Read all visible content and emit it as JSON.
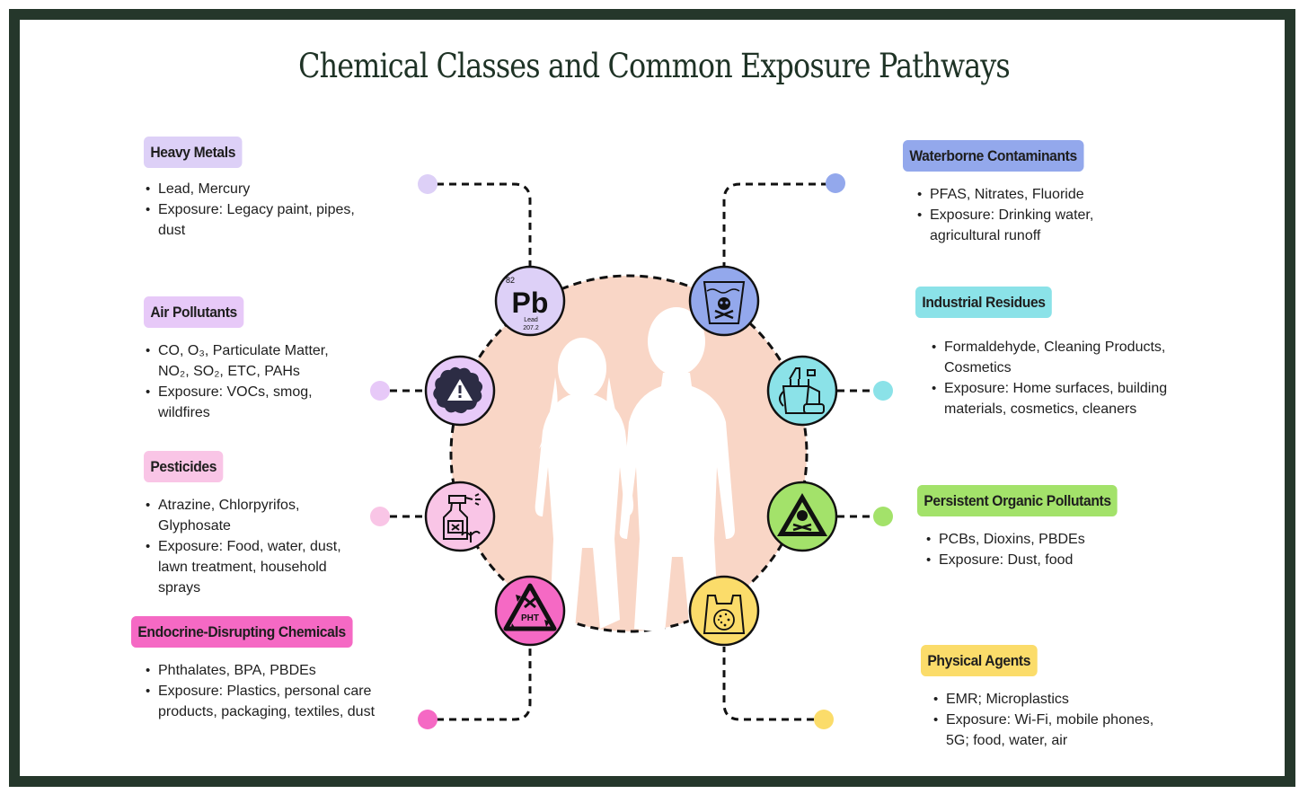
{
  "title": "Chemical Classes and Common Exposure Pathways",
  "colors": {
    "frame": "#25372b",
    "center_circle": "#f9d6c6",
    "heavy_metals": "#ddd0f7",
    "air_pollutants": "#e7c9f8",
    "pesticides": "#f9c5e6",
    "endocrine": "#f569c4",
    "waterborne": "#93a8ec",
    "industrial": "#8be2e8",
    "persistent": "#a3e26a",
    "physical": "#fbdc6a"
  },
  "categories": [
    {
      "id": "heavy-metals",
      "name": "Heavy Metals",
      "icon": "lead-element-icon",
      "bullets": [
        "Lead, Mercury",
        "Exposure: Legacy paint, pipes, dust"
      ]
    },
    {
      "id": "air-pollutants",
      "name": "Air Pollutants",
      "icon": "smog-warning-icon",
      "bullets": [
        "CO, O₃, Particulate Matter, NO₂, SO₂, ETC, PAHs",
        "Exposure: VOCs, smog, wildfires"
      ]
    },
    {
      "id": "pesticides",
      "name": "Pesticides",
      "icon": "spray-bottle-icon",
      "bullets": [
        "Atrazine, Chlorpyrifos, Glyphosate",
        "Exposure: Food, water, dust, lawn treatment, household sprays"
      ]
    },
    {
      "id": "endocrine",
      "name": "Endocrine-Disrupting Chemicals",
      "icon": "recycle-pht-icon",
      "bullets": [
        "Phthalates, BPA, PBDEs",
        "Exposure: Plastics, personal care products, packaging, textiles, dust"
      ]
    },
    {
      "id": "waterborne",
      "name": "Waterborne Contaminants",
      "icon": "toxic-water-icon",
      "bullets": [
        "PFAS, Nitrates, Fluoride",
        "Exposure: Drinking water, agricultural runoff"
      ]
    },
    {
      "id": "industrial",
      "name": "Industrial Residues",
      "icon": "cleaning-products-icon",
      "bullets": [
        "Formaldehyde, Cleaning Products, Cosmetics",
        "Exposure: Home surfaces, building materials, cosmetics, cleaners"
      ]
    },
    {
      "id": "persistent",
      "name": "Persistent Organic Pollutants",
      "icon": "hazard-triangle-icon",
      "bullets": [
        "PCBs, Dioxins, PBDEs",
        "Exposure: Dust, food"
      ]
    },
    {
      "id": "physical",
      "name": "Physical Agents",
      "icon": "microplastic-bag-icon",
      "bullets": [
        "EMR; Microplastics",
        "Exposure: Wi-Fi, mobile phones, 5G; food, water, air"
      ]
    }
  ],
  "lead_icon": {
    "number": "82",
    "symbol": "Pb",
    "name": "Lead",
    "mass": "207.2"
  },
  "pht_icon": {
    "label": "PHT"
  }
}
